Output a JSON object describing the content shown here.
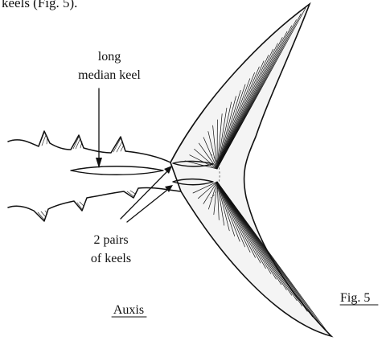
{
  "header_text": "keels (Fig. 5).",
  "labels": {
    "median_keel_line1": "long",
    "median_keel_line2": "median keel",
    "keel_pairs_line1": "2 pairs",
    "keel_pairs_line2": "of keels",
    "genus": "Auxis",
    "figure": "Fig. 5"
  },
  "colors": {
    "ink": "#111111",
    "background": "#ffffff"
  },
  "icons": [
    "tail-fin-illustration",
    "arrow-median-keel",
    "arrows-keel-pairs"
  ]
}
